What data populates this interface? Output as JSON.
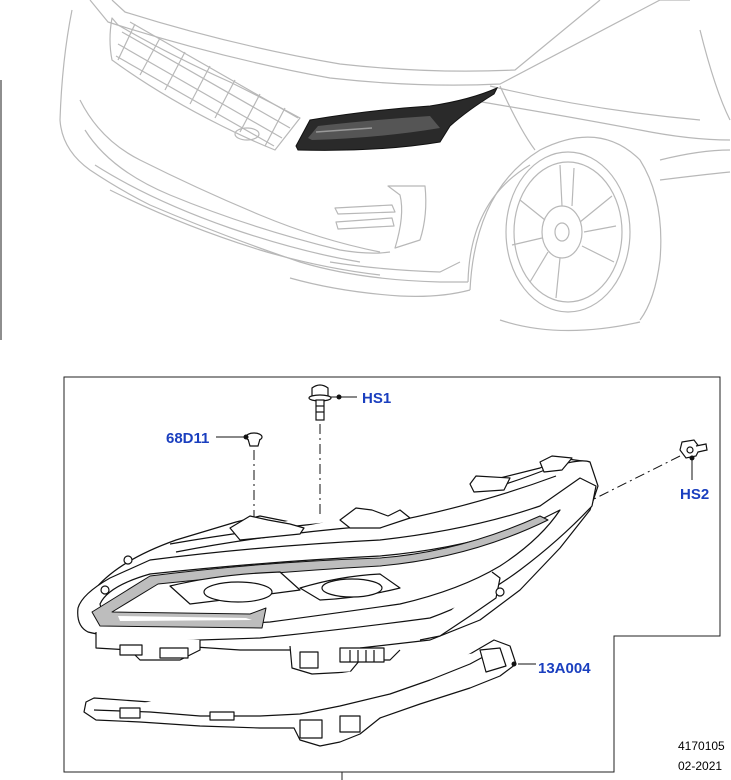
{
  "callouts": {
    "hs1": "HS1",
    "d68d11": "68D11",
    "hs2": "HS2",
    "a13a004": "13A004"
  },
  "footer": {
    "illustration_number": "4170105",
    "date": "02-2021"
  },
  "colors": {
    "callout_text": "#1a3fbf",
    "vehicle_outline": "#b5b5b5",
    "part_outline": "#111111",
    "highlight": "#1f1f1f"
  }
}
